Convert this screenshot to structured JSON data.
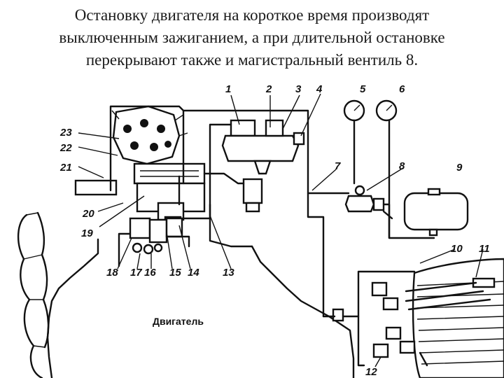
{
  "caption": {
    "lines": [
      "Остановку двигателя на короткое время производят",
      "выключенным зажиганием, а при длительной остановке",
      "перекрывают также и магистральный вентиль 8."
    ]
  },
  "diagram": {
    "engine_label": "Двигатель",
    "callouts": [
      "1",
      "2",
      "3",
      "4",
      "5",
      "6",
      "7",
      "8",
      "9",
      "10",
      "11",
      "12",
      "13",
      "14",
      "15",
      "16",
      "17",
      "18",
      "19",
      "20",
      "21",
      "22",
      "23"
    ]
  }
}
